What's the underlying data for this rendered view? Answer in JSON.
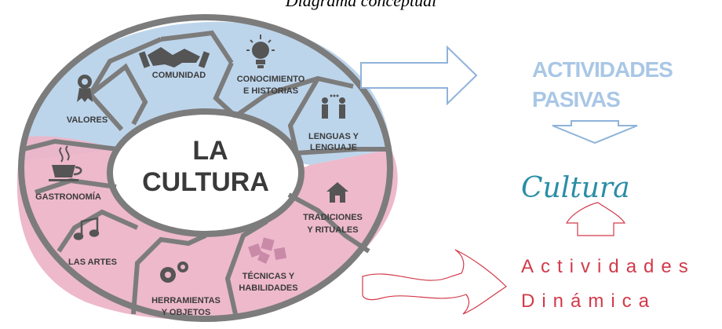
{
  "caption": "Diagrama conceptual",
  "center": {
    "line1": "LA",
    "line2": "CULTURA"
  },
  "segments": [
    {
      "id": "valores",
      "label": [
        "VALORES"
      ],
      "icon": "ribbon-award-icon"
    },
    {
      "id": "comunidad",
      "label": [
        "COMUNIDAD"
      ],
      "icon": "handshake-icon"
    },
    {
      "id": "conocimiento",
      "label": [
        "CONOCIMIENTO",
        "E HISTORIAS"
      ],
      "icon": "lightbulb-icon"
    },
    {
      "id": "lenguas",
      "label": [
        "LENGUAS Y",
        "LENGUAJE"
      ],
      "icon": "people-talking-icon"
    },
    {
      "id": "tradiciones",
      "label": [
        "TRADICIONES",
        "Y RITUALES"
      ],
      "icon": "house-icon"
    },
    {
      "id": "tecnicas",
      "label": [
        "TÉCNICAS Y",
        "HABILIDADES"
      ],
      "icon": "puzzle-icon"
    },
    {
      "id": "herramientas",
      "label": [
        "HERRAMIENTAS",
        "Y OBJETOS"
      ],
      "icon": "gears-icon"
    },
    {
      "id": "artes",
      "label": [
        "LAS ARTES"
      ],
      "icon": "music-notes-icon"
    },
    {
      "id": "gastronomia",
      "label": [
        "GASTRONOMÍA"
      ],
      "icon": "coffee-cup-icon"
    }
  ],
  "right": {
    "pasivas_line1": "ACTIVIDADES",
    "pasivas_line2": "PASIVAS",
    "cultura": "Cultura",
    "dinamica_line1": "Actividades",
    "dinamica_line2": "Dinámica"
  },
  "colors": {
    "top_half": "#b9d3ea",
    "bottom_half": "#ecb5c8",
    "ring_border": "#7c7c7c",
    "arrow_blue": "#8fb3d9",
    "arrow_red": "#d23a4a",
    "cultura_text": "#2a8ea6"
  }
}
